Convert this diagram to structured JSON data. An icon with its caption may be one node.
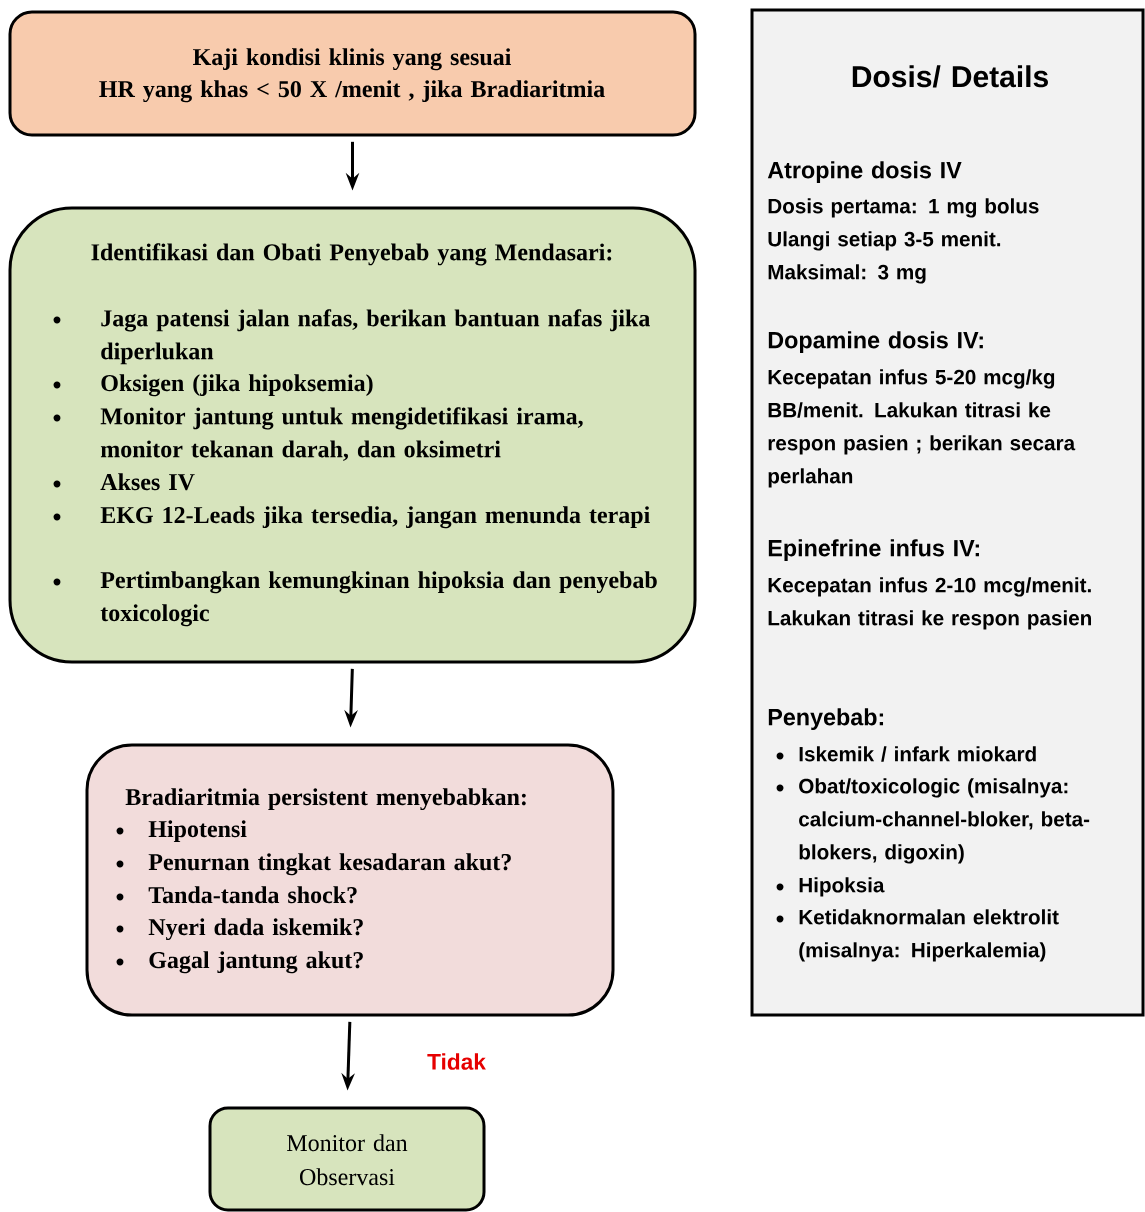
{
  "diagram": {
    "nodes": [
      {
        "text": [
          "Kaji kondisi klinis yang sesuai",
          "HR yang khas < 50 X /menit , jika Bradiaritmia"
        ]
      },
      {
        "text": [
          "Identifikasi dan Obati Penyebab yang Mendasari:",
          "Jaga patensi jalan nafas, berikan bantuan nafas jika diperlukan",
          "Oksigen (jika hipoksemia)",
          "Monitor jantung untuk mengidetifikasi irama, monitor tekanan darah, dan oksimetri",
          "Akses IV",
          "EKG 12-Leads jika tersedia, jangan menunda terapi",
          "Pertimbangkan kemungkinan hipoksia dan penyebab toxicologic"
        ]
      },
      {
        "text": [
          "Bradiaritmia persistent menyebabkan:",
          "Hipotensi",
          "Penurnan tingkat kesadaran akut?",
          "Tanda-tanda shock?",
          "Nyeri dada iskemik?",
          "Gagal jantung akut?"
        ]
      },
      {
        "text": [
          "Monitor dan Observasi"
        ]
      },
      {
        "text": [
          "Dosis/ Details",
          "Atropine dosis IV",
          "Dosis pertama: 1 mg bolus",
          "Ulangi setiap 3-5 menit.",
          "Maksimal: 3 mg",
          "Dopamine dosis IV:",
          "Kecepatan infus 5-20 mcg/kg BB/menit. Lakukan titrasi ke respon pasien ; berikan secara perlahan",
          "Epinefrine infus IV:",
          "Kecepatan infus 2-10 mcg/menit. Lakukan titrasi ke respon pasien",
          "Penyebab:",
          "Iskemik / infark miokard",
          "Obat/toxicologic (misalnya: calcium-channel-bloker, beta-blokers, digoxin)",
          "Hipoksia",
          "Ketidaknormalan elektrolit (misalnya: Hiperkalemia)"
        ]
      }
    ],
    "edges": [
      {
        "from": 0,
        "to": 1,
        "arrow": "to"
      },
      {
        "from": 1,
        "to": 2,
        "arrow": "to"
      },
      {
        "from": 2,
        "to": 3,
        "arrow": "to",
        "label": "Tidak"
      }
    ]
  }
}
